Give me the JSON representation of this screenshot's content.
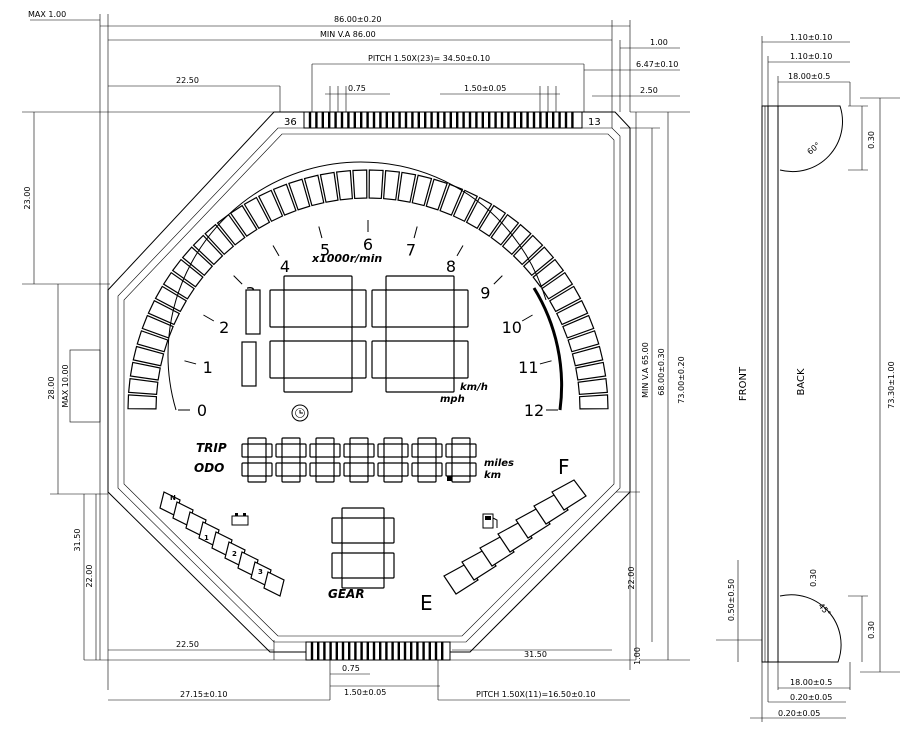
{
  "dims": {
    "max_100": "MAX 1.00",
    "total_width": "86.00±0.20",
    "min_va": "MIN V.A 86.00",
    "pitch_top": "PITCH 1.50X(23)= 34.50±0.10",
    "d_075_top": "0.75",
    "d_150_top": "1.50±0.05",
    "d_100_right": "1.00",
    "d_647": "6.47±0.10",
    "d_250": "2.50",
    "d_2250_top": "22.50",
    "d_2300_left": "23.00",
    "d_2800": "28.00",
    "d_max1000": "MAX 10.00",
    "d_3150_left": "31.50",
    "d_2200_left": "22.00",
    "d_2250_bottom": "22.50",
    "d_3150_bottom": "31.50",
    "d_075_bottom": "0.75",
    "d_150_bottom": "1.50±0.05",
    "d_2715": "27.15±0.10",
    "pitch_bottom": "PITCH 1.50X(11)=16.50±0.10",
    "d_100_bottom": "1.00",
    "d_2200_right": "22.00",
    "min_va_right": "MIN V.A 65.00",
    "d_6800": "68.00±0.30",
    "d_7300": "73.00±0.20",
    "s_110_020": "1.10±0.10",
    "s_110_010": "1.10±0.10",
    "s_1800_top": "18.00±0.5",
    "s_030_top": "0.30",
    "s_angle_top": "60°",
    "s_7330": "73.30±1.00",
    "s_050": "0.50±0.50",
    "s_030_bot_v": "0.30",
    "s_angle_bot": "45°",
    "s_030_bottom": "0.30",
    "s_1800_bottom": "18.00±0.5",
    "s_020_a": "0.20±0.05",
    "s_020_b": "0.20±0.05"
  },
  "labels": {
    "pin_left": "36",
    "pin_right": "13",
    "front": "FRONT",
    "back": "BACK",
    "rpm_unit": "x1000r/min",
    "speed_unit1": "km/h",
    "speed_unit2": "mph",
    "trip": "TRIP",
    "odo": "ODO",
    "dist_unit1": "miles",
    "dist_unit2": "km",
    "gear": "GEAR",
    "fuel_full": "F",
    "fuel_empty": "E"
  },
  "rpm_scale": [
    "0",
    "1",
    "2",
    "3",
    "4",
    "5",
    "6",
    "7",
    "8",
    "9",
    "10",
    "11",
    "12"
  ],
  "gear_positions": [
    "N",
    "1",
    "2",
    "3"
  ]
}
